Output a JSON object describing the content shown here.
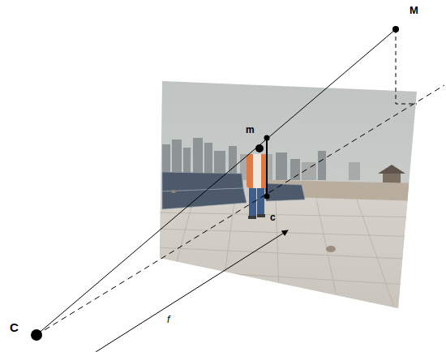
{
  "diagram": {
    "labels": [
      "M",
      "m",
      "c",
      "C",
      "f"
    ]
  }
}
